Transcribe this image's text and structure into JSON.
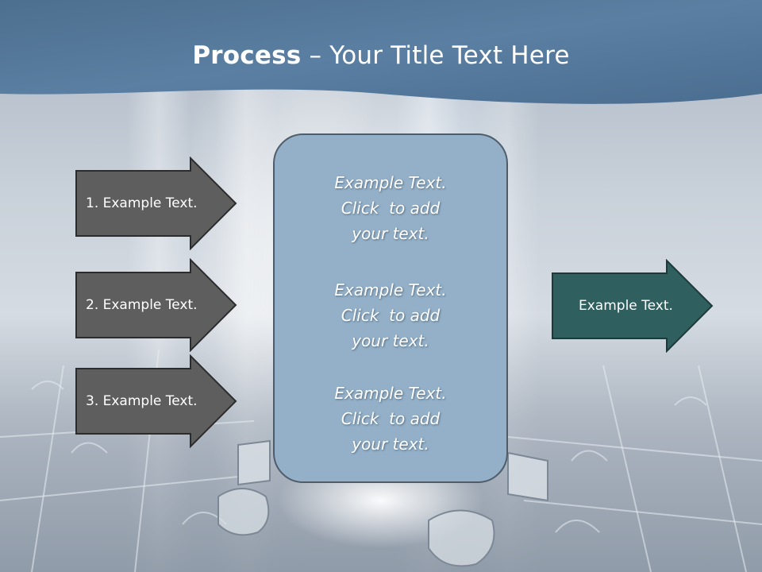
{
  "slide": {
    "title_bold": "Process",
    "title_rest": " – Your Title Text Here"
  },
  "left_arrows": [
    {
      "label": "1. Example Text."
    },
    {
      "label": "2. Example Text."
    },
    {
      "label": "3. Example Text."
    }
  ],
  "center_panel": {
    "blocks": [
      {
        "line1": "Example Text.",
        "line2": "Click  to add",
        "line3": "your text."
      },
      {
        "line1": "Example Text.",
        "line2": "Click  to add",
        "line3": "your text."
      },
      {
        "line1": "Example Text.",
        "line2": "Click  to add",
        "line3": "your text."
      }
    ]
  },
  "right_arrow": {
    "label": "Example Text."
  },
  "colors": {
    "header": "#4f7597",
    "left_arrow_fill": "#5e5e5e",
    "right_arrow_fill": "#2f5f5f",
    "panel_fill": "#93b0c8"
  }
}
